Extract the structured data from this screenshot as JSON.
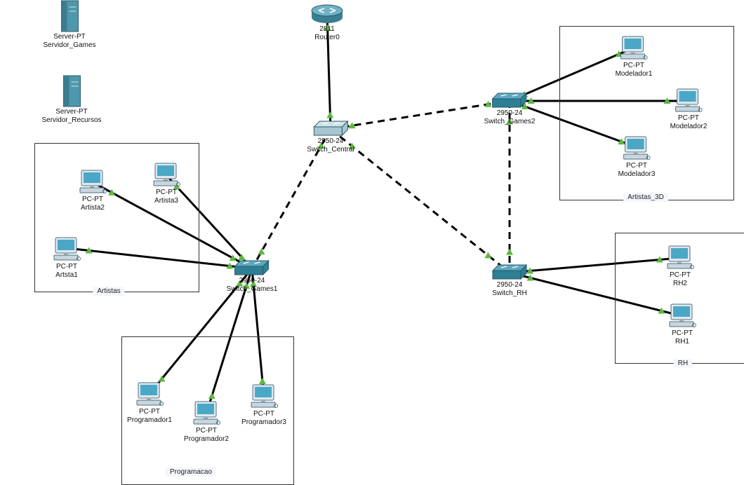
{
  "colors": {
    "link": "#000000",
    "port": "#5cb841",
    "switch_body": "#2e7e94",
    "pc_screen": "#4aa8c6"
  },
  "areas": {
    "artistas": "Artistas",
    "artistas_3d": "Artistas_3D",
    "programacao": "Programacao",
    "rh": "RH"
  },
  "devices": {
    "server_games": {
      "model": "Server-PT",
      "name": "Servidor_Games",
      "icon": "server-icon"
    },
    "server_recursos": {
      "model": "Server-PT",
      "name": "Servidor_Recursos",
      "icon": "server-icon"
    },
    "router0": {
      "model": "2811",
      "name": "Router0",
      "icon": "router-icon"
    },
    "switch_central": {
      "model": "2950-24",
      "name": "Switch_Central",
      "icon": "switch-icon"
    },
    "switch_games1": {
      "model": "2950-24",
      "name": "Switch_Games1",
      "icon": "switch-icon"
    },
    "switch_games2": {
      "model": "2950-24",
      "name": "Switch_Games2",
      "icon": "switch-icon"
    },
    "switch_rh": {
      "model": "2950-24",
      "name": "Switch_RH",
      "icon": "switch-icon"
    },
    "artista1": {
      "model": "PC-PT",
      "name": "Artsta1",
      "icon": "pc-icon"
    },
    "artista2": {
      "model": "PC-PT",
      "name": "Artista2",
      "icon": "pc-icon"
    },
    "artista3": {
      "model": "PC-PT",
      "name": "Artista3",
      "icon": "pc-icon"
    },
    "modelador1": {
      "model": "PC-PT",
      "name": "Modelador1",
      "icon": "pc-icon"
    },
    "modelador2": {
      "model": "PC-PT",
      "name": "Modelador2",
      "icon": "pc-icon"
    },
    "modelador3": {
      "model": "PC-PT",
      "name": "Modelador3",
      "icon": "pc-icon"
    },
    "programador1": {
      "model": "PC-PT",
      "name": "Programador1",
      "icon": "pc-icon"
    },
    "programador2": {
      "model": "PC-PT",
      "name": "Programador2",
      "icon": "pc-icon"
    },
    "programador3": {
      "model": "PC-PT",
      "name": "Programador3",
      "icon": "pc-icon"
    },
    "rh1": {
      "model": "PC-PT",
      "name": "RH1",
      "icon": "pc-icon"
    },
    "rh2": {
      "model": "PC-PT",
      "name": "RH2",
      "icon": "pc-icon"
    }
  },
  "links": [
    {
      "from": "router0",
      "to": "switch_central",
      "style": "solid"
    },
    {
      "from": "switch_central",
      "to": "switch_games2",
      "style": "dashed"
    },
    {
      "from": "switch_central",
      "to": "switch_games1",
      "style": "dashed"
    },
    {
      "from": "switch_central",
      "to": "switch_rh",
      "style": "dashed"
    },
    {
      "from": "switch_games2",
      "to": "switch_rh",
      "style": "dashed"
    },
    {
      "from": "switch_games2",
      "to": "modelador1",
      "style": "solid"
    },
    {
      "from": "switch_games2",
      "to": "modelador2",
      "style": "solid"
    },
    {
      "from": "switch_games2",
      "to": "modelador3",
      "style": "solid"
    },
    {
      "from": "switch_games1",
      "to": "artista1",
      "style": "solid"
    },
    {
      "from": "switch_games1",
      "to": "artista2",
      "style": "solid"
    },
    {
      "from": "switch_games1",
      "to": "artista3",
      "style": "solid"
    },
    {
      "from": "switch_games1",
      "to": "programador1",
      "style": "solid"
    },
    {
      "from": "switch_games1",
      "to": "programador2",
      "style": "solid"
    },
    {
      "from": "switch_games1",
      "to": "programador3",
      "style": "solid"
    },
    {
      "from": "switch_rh",
      "to": "rh1",
      "style": "solid"
    },
    {
      "from": "switch_rh",
      "to": "rh2",
      "style": "solid"
    }
  ]
}
